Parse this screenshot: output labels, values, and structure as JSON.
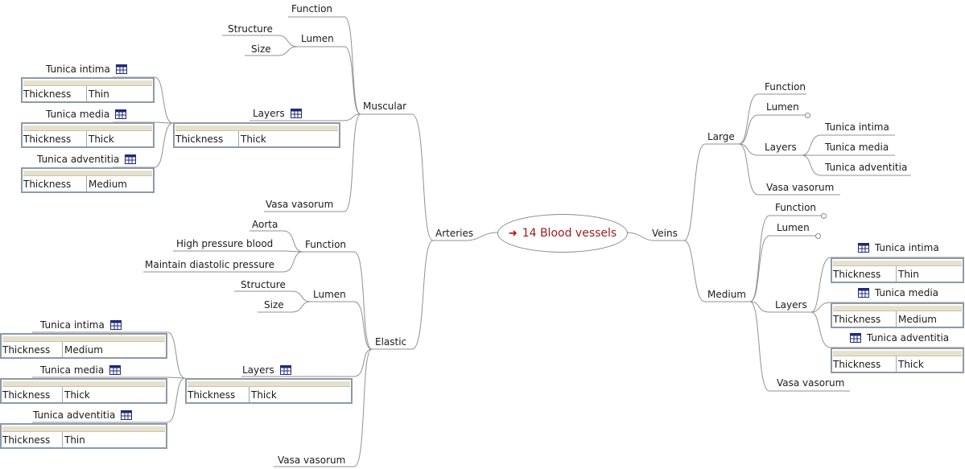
{
  "center": {
    "arrow": "➜",
    "title": "14 Blood vessels"
  },
  "arteries": {
    "label": "Arteries",
    "muscular": {
      "label": "Muscular",
      "function": "Function",
      "lumen": {
        "label": "Lumen",
        "structure": "Structure",
        "size": "Size"
      },
      "layers": {
        "label": "Layers",
        "thickness_key": "Thickness",
        "thickness_val": "Thick"
      },
      "intima": {
        "label": "Tunica intima",
        "key": "Thickness",
        "val": "Thin"
      },
      "media": {
        "label": "Tunica media",
        "key": "Thickness",
        "val": "Thick"
      },
      "adventitia": {
        "label": "Tunica adventitia",
        "key": "Thickness",
        "val": "Medium"
      },
      "vasa": "Vasa vasorum"
    },
    "elastic": {
      "label": "Elastic",
      "function": {
        "label": "Function",
        "aorta": "Aorta",
        "high": "High pressure blood",
        "maintain": "Maintain diastolic pressure"
      },
      "lumen": {
        "label": "Lumen",
        "structure": "Structure",
        "size": "Size"
      },
      "layers": {
        "label": "Layers",
        "thickness_key": "Thickness",
        "thickness_val": "Thick"
      },
      "intima": {
        "label": "Tunica intima",
        "key": "Thickness",
        "val": "Medium"
      },
      "media": {
        "label": "Tunica media",
        "key": "Thickness",
        "val": "Thick"
      },
      "adventitia": {
        "label": "Tunica adventitia",
        "key": "Thickness",
        "val": "Thin"
      },
      "vasa": "Vasa vasorum"
    }
  },
  "veins": {
    "label": "Veins",
    "large": {
      "label": "Large",
      "function": "Function",
      "lumen": "Lumen",
      "layers": {
        "label": "Layers",
        "intima": "Tunica intima",
        "media": "Tunica media",
        "adventitia": "Tunica adventitia"
      },
      "vasa": "Vasa vasorum"
    },
    "medium": {
      "label": "Medium",
      "function": "Function",
      "lumen": "Lumen",
      "layers": "Layers",
      "intima": {
        "label": "Tunica intima",
        "key": "Thickness",
        "val": "Thin"
      },
      "media": {
        "label": "Tunica media",
        "key": "Thickness",
        "val": "Medium"
      },
      "adventitia": {
        "label": "Tunica adventitia",
        "key": "Thickness",
        "val": "Thick"
      },
      "vasa": "Vasa vasorum"
    }
  },
  "colors": {
    "line": "#909090",
    "center_text": "#9b1b1b",
    "arrow": "#cc0000",
    "table_border": "#8d9aa6",
    "icon": "#1f2a78"
  }
}
